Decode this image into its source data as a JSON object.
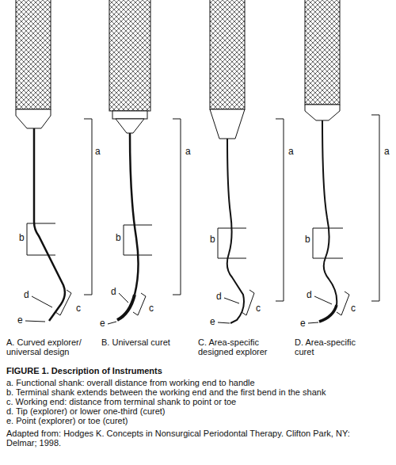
{
  "diagram": {
    "caption": "FIGURE 1. Description of Instruments",
    "labels": [
      "a",
      "b",
      "d",
      "e",
      "c",
      "a",
      "b",
      "d",
      "e",
      "c",
      "a",
      "b",
      "d",
      "e",
      "c",
      "a",
      "b",
      "d",
      "e",
      "c",
      "A. Curved explorer/ universal design",
      "B. Universal curet",
      "C. Area-specific designed explorer",
      "D. Area-specific curet",
      "a. Functional shank: overall distance from working end to handle",
      "b. Terminal shank extends between the working end and the first bend in the shank",
      "c. Working end: distance from terminal shank to point or toe",
      "d. Tip (explorer) or lower one-third (curet)",
      "e. Point (explorer) or toe (curet)",
      "Adapted from: Hodges K. Concepts in Nonsurgical Periodontal Therapy. Clifton Park, NY: Delmar; 1998."
    ]
  }
}
